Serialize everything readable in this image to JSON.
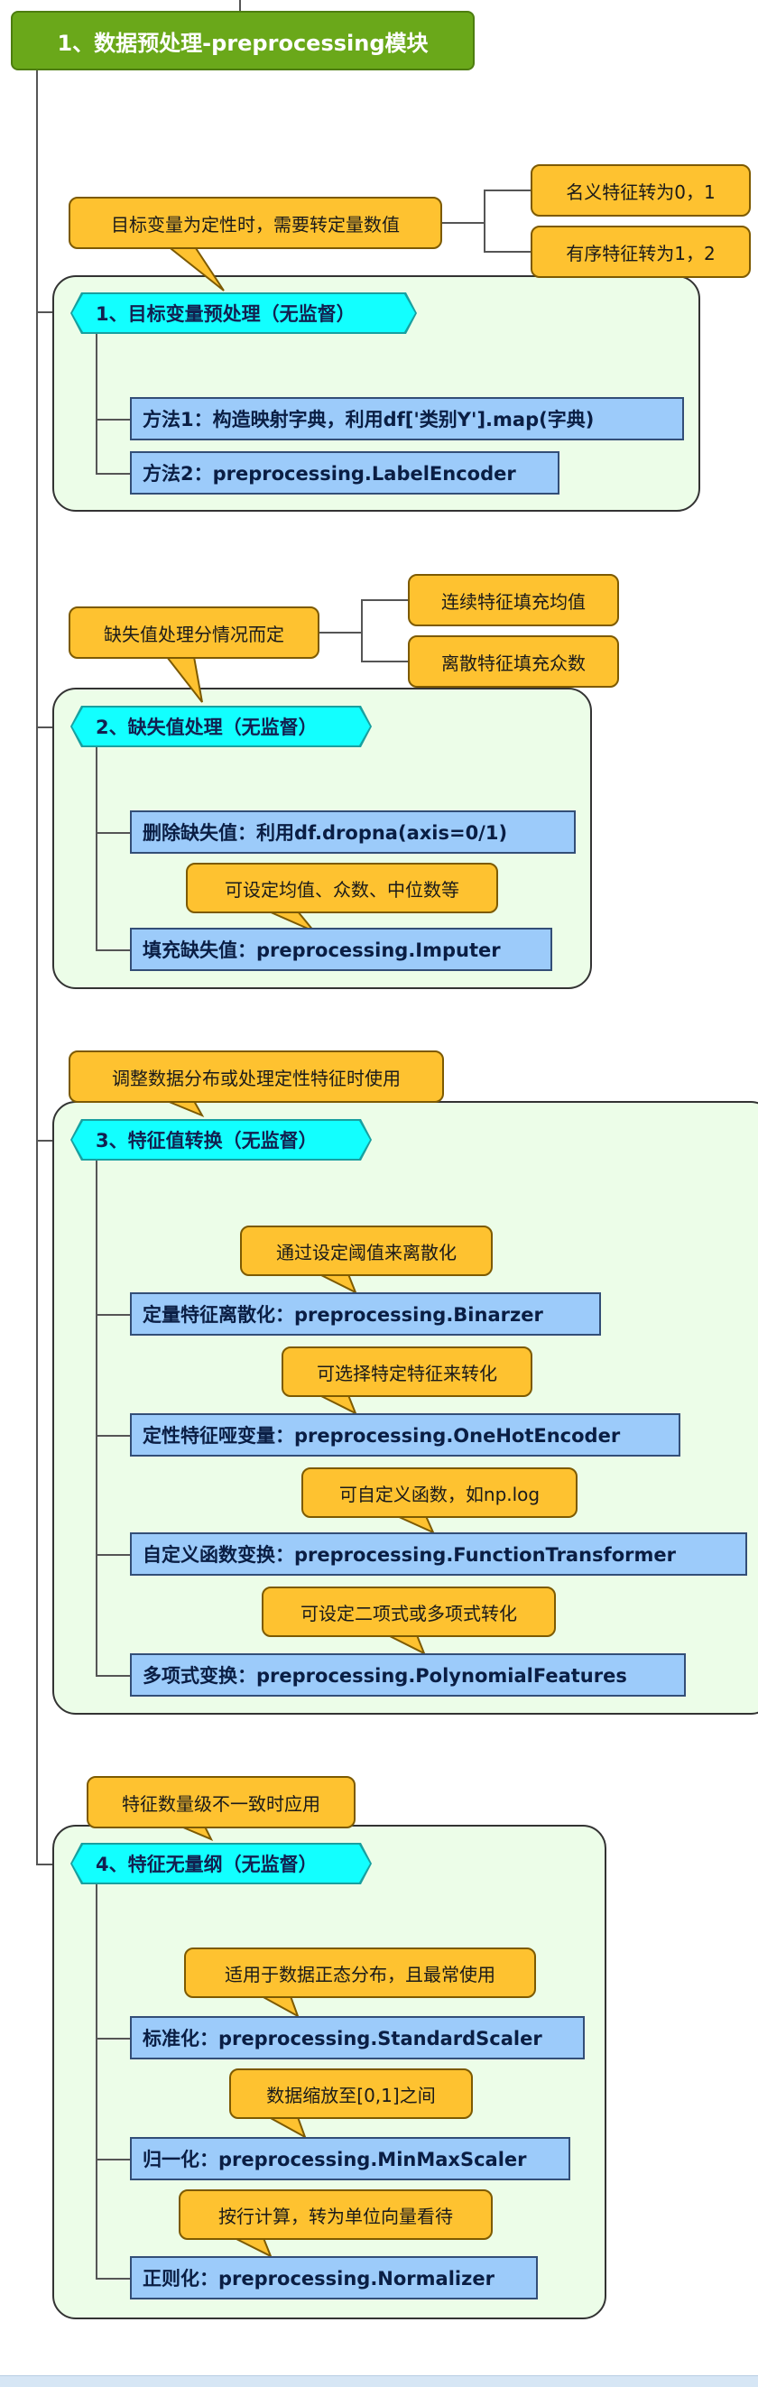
{
  "root": {
    "label": "1、数据预处理-preprocessing模块"
  },
  "sections": [
    {
      "title": "1、目标变量预处理（无监督）",
      "callout": "目标变量为定性时，需要转定量数值",
      "side_items": [
        "名义特征转为0，1",
        "有序特征转为1，2"
      ],
      "items": [
        {
          "label": "方法1：构造映射字典，利用df['类别Y'].map(字典)"
        },
        {
          "label": "方法2：preprocessing.LabelEncoder"
        }
      ]
    },
    {
      "title": "2、缺失值处理（无监督）",
      "callout": "缺失值处理分情况而定",
      "side_items": [
        "连续特征填充均值",
        "离散特征填充众数"
      ],
      "items": [
        {
          "label": "删除缺失值：利用df.dropna(axis=0/1)"
        },
        {
          "label": "填充缺失值：preprocessing.Imputer",
          "note": "可设定均值、众数、中位数等"
        }
      ]
    },
    {
      "title": "3、特征值转换（无监督）",
      "callout": "调整数据分布或处理定性特征时使用",
      "items": [
        {
          "label": "定量特征离散化：preprocessing.Binarzer",
          "note": "通过设定阈值来离散化"
        },
        {
          "label": "定性特征哑变量：preprocessing.OneHotEncoder",
          "note": "可选择特定特征来转化"
        },
        {
          "label": "自定义函数变换：preprocessing.FunctionTransformer",
          "note": "可自定义函数，如np.log"
        },
        {
          "label": "多项式变换：preprocessing.PolynomialFeatures",
          "note": "可设定二项式或多项式转化"
        }
      ]
    },
    {
      "title": "4、特征无量纲（无监督）",
      "callout": "特征数量级不一致时应用",
      "items": [
        {
          "label": "标准化：preprocessing.StandardScaler",
          "note": "适用于数据正态分布，且最常使用"
        },
        {
          "label": "归一化：preprocessing.MinMaxScaler",
          "note": "数据缩放至[0,1]之间"
        },
        {
          "label": "正则化：preprocessing.Normalizer",
          "note": "按行计算，转为单位向量看待"
        }
      ]
    }
  ],
  "colors": {
    "root": "#6aa81a",
    "section_header": "#12ffff",
    "item_box": "#9ccbfa",
    "callout": "#fec230",
    "panel": "#ecfde8"
  }
}
